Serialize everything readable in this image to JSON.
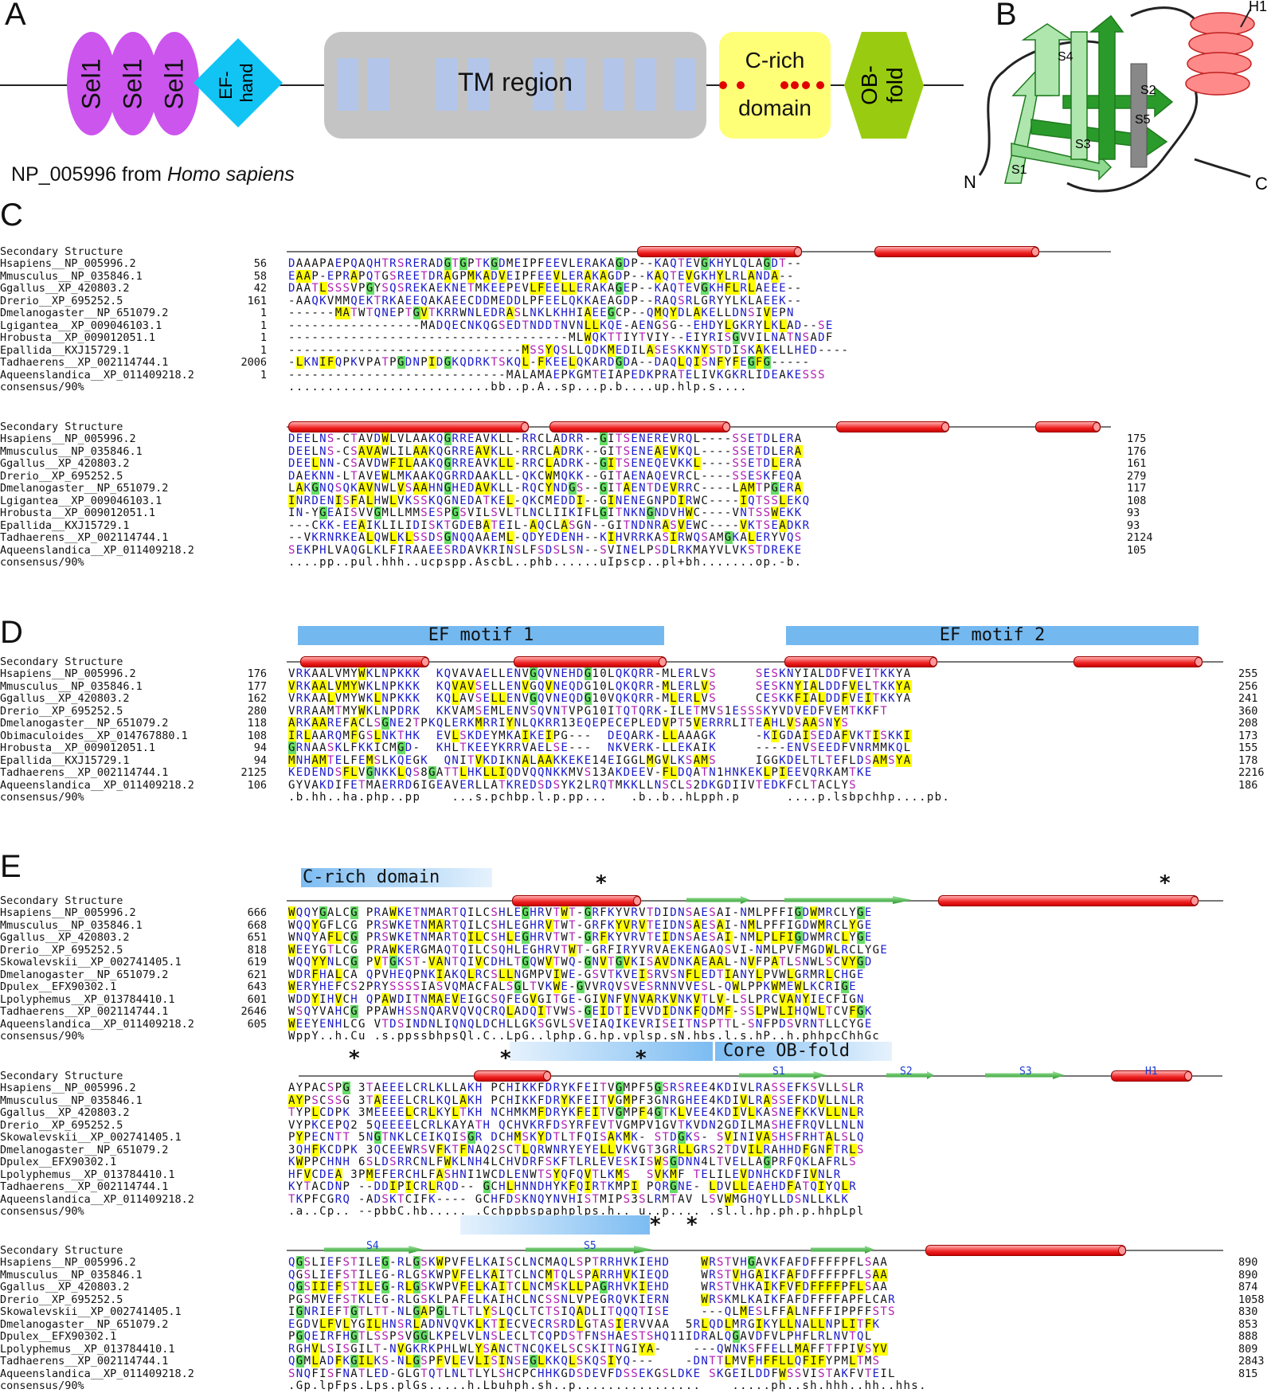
{
  "panel_a": {
    "letter": "A",
    "domains": {
      "sel1_labels": [
        "Sel1",
        "Sel1",
        "Sel1"
      ],
      "ef_hand": "EF-\nhand",
      "tm_region": "TM region",
      "c_rich_line1": "C-rich",
      "c_rich_line2": "domain",
      "ob_fold": "OB-\nfold"
    },
    "caption_prefix": "NP_005996 from ",
    "caption_species": "Homo sapiens",
    "colors": {
      "sel1": "#cc55ee",
      "ef_hand": "#11c4f4",
      "tm": "#c4c4c4",
      "tm_bars": "#b3c6ea",
      "c_rich": "#ffff77",
      "ob_fold": "#99cc11",
      "cysteine_dots": "#e00000"
    }
  },
  "panel_b": {
    "letter": "B",
    "labels": {
      "n_term": "N",
      "c_term": "C",
      "h1": "H1",
      "s1": "S1",
      "s2": "S2",
      "s3": "S3",
      "s4": "S4",
      "s5": "S5"
    }
  },
  "panel_c": {
    "letter": "C",
    "blocks": [
      {
        "header": "Secondary Structure",
        "rows": [
          {
            "name": "Hsapiens__NP_005996.2",
            "start": "56",
            "end": "",
            "seq": "DAAAPAEPQAQHTRSRERADGTGPTKGDMEIPFEEVLERAKAGDP--KAQTEVGKHYLQLAGDT--"
          },
          {
            "name": "Mmusculus__NP_035846.1",
            "start": "58",
            "end": "",
            "seq": "EAAP-EPRAPQTGSREETDRAGPMKADVEIPFEEVLERAKAGDP--KAQTEVGKHYLRLANDA--"
          },
          {
            "name": "Ggallus__XP_420803.2",
            "start": "42",
            "end": "",
            "seq": "DAATLSSSVPGYSQSREKAEKNETMKEEPEVLFEELLERAKAGEP--KAQTEVGKHFLRLAEEE--"
          },
          {
            "name": "Drerio__XP_695252.5",
            "start": "161",
            "end": "",
            "seq": "-AAQKVMMQEKTRKAEEQAKAEECDDMEDDLPFEELQKKAEAGDP--RAQSRLGRYYLKLAEEK--"
          },
          {
            "name": "Dmelanogaster__NP_651079.2",
            "start": "1",
            "end": "",
            "seq": "------MATWTQNEPTGVTKRRWNLEDRASLNKLKHHIAEEGCP--QMQYDLAKELLDNSIVEPN"
          },
          {
            "name": "Lgigantea__XP_009046103.1",
            "start": "1",
            "end": "",
            "seq": "-----------------MADQECNKQGSEDTNDDTNVNLLKQE-AENGSG--EHDYLGKRYLKLAD--SE"
          },
          {
            "name": "Hrobusta__XP_009012051.1",
            "start": "1",
            "end": "",
            "seq": "------------------------------------MLWQKTTIYTVIY--EIYRISGVVILNATNSADF"
          },
          {
            "name": "Epallida__KXJ15729.1",
            "start": "1",
            "end": "",
            "seq": "------------------------------MSSYQSLLQDKMEDILASESKKNYSTDISKAKELLHED----"
          },
          {
            "name": "Tadhaerens__XP_002114744.1",
            "start": "2006",
            "end": "",
            "seq": "-LKNIFQPKVPATPGDNPIDGKQDRKTSKQL-FKEELQKARDGDA--DAQLQISNFYFEGFG-----"
          },
          {
            "name": "Aqueenslandica__XP_011409218.2",
            "start": "1",
            "end": "",
            "seq": "----------------------------MALAMAEPKGMTEIAPEDKPRATELIVKGKRLIDEAKESSS"
          },
          {
            "name": "consensus/90%",
            "start": "",
            "end": "",
            "seq": "..........................bb..p.A..sp...p.b....up.hlp.s...."
          }
        ]
      },
      {
        "header": "Secondary Structure",
        "rows": [
          {
            "name": "Hsapiens__NP_005996.2",
            "start": "",
            "end": "175",
            "seq": "DEELNS-CTAVDWLVLAAKQGRREAVKLL-RRCLADRR--GITSENEREVRQL----SSETDLERA"
          },
          {
            "name": "Mmusculus__NP_035846.1",
            "start": "",
            "end": "176",
            "seq": "DEELNS-CSAVAWLILAAKQGRREAVKLL-RRCLADRK--GITSENEAEVKQL----SSETDLERA"
          },
          {
            "name": "Ggallus__XP_420803.2",
            "start": "",
            "end": "161",
            "seq": "DEELNN-CSAVDWFILAAKQGRREAVKLL-RRCLADRK--GITSENEQEVKKL----SSETDLERA"
          },
          {
            "name": "Drerio__XP_695252.5",
            "start": "",
            "end": "279",
            "seq": "DAEKNN-LTAVEWLMKAAKQGRRDAAKLL-QKCWMQKK--GITAENAQEVRCL----SSESKFEQA"
          },
          {
            "name": "Dmelanogaster__NP_651079.2",
            "start": "",
            "end": "117",
            "seq": "LAKGNQSQKAVNWLVSAAHNGHEDAVKLL-RQCYNDGS--GITAENTDEVRRC----LAMTPGERA"
          },
          {
            "name": "Lgigantea__XP_009046103.1",
            "start": "",
            "end": "108",
            "seq": "INRDENISFALHWLVKSSKQGNEDATKEL-QKCMEDDI--GINENEGNPDIRWC----IQTSSLEKQ"
          },
          {
            "name": "Hrobusta__XP_009012051.1",
            "start": "",
            "end": "93",
            "seq": "IN-YGEAISVVGMLLMMSESPGSVILSVLTLNCLIIKIFLGITNKNGNDVHWC----VNTSSWEKK"
          },
          {
            "name": "Epallida__KXJ15729.1",
            "start": "",
            "end": "93",
            "seq": "---CKK-EEAIKLILIDISKTGDEBATEIL-AQCLASGN--GITNDNRASVEWC----VKTSEADKR"
          },
          {
            "name": "Tadhaerens__XP_002114744.1",
            "start": "",
            "end": "2124",
            "seq": "--VKRNRKEALQWLKLSSDSGNQQAAEML-QDYEDENH--KIHVRRKASIRWQSAMGKALERYVQS"
          },
          {
            "name": "Aqueenslandica__XP_011409218.2",
            "start": "",
            "end": "105",
            "seq": "SEKPHLVAQGLKLFIRAAEESRDAVKRINSLFSDSLSN--SVINELPSDLRKMAYVLVKSTDREKE"
          },
          {
            "name": "consensus/90%",
            "start": "",
            "end": "",
            "seq": "....pp..pul.hhh..ucpspp.AscbL..phb......uIpscp..pl+bh.......op.-b."
          }
        ]
      }
    ]
  },
  "panel_d": {
    "letter": "D",
    "motif1": "EF motif 1",
    "motif2": "EF motif 2",
    "header": "Secondary Structure",
    "rows": [
      {
        "name": "Hsapiens__NP_005996.2",
        "start": "176",
        "end": "255",
        "seq": "VRKAALVMYWKLNPKKK  KQVAVAELLENVGQVNEHDG10LQKQRR-MLERLVS     SESKNYIALDDFVEITKKYA"
      },
      {
        "name": "Mmusculus__NP_035846.1",
        "start": "177",
        "end": "256",
        "seq": "VRKAALVMYWKLNPKKK  KQVAVSELLENVGQVNEQDG10LQKQRR-MLERLVS     SESKNYIALDDFVELTKKYA"
      },
      {
        "name": "Ggallus__XP_420803.2",
        "start": "162",
        "end": "241",
        "seq": "VRKAALVMYWKLNPKKK  KQLAVSELLENVGQVNEQDG10VQKQRR-MLERLVS     CESKKFIALDDFVEITKKYA"
      },
      {
        "name": "Drerio__XP_695252.5",
        "start": "280",
        "end": "360",
        "seq": "VRRAAMTMYWKLNPDRK  KKVAMSEMLENVSQVNTVPG10ITQTQRK-ILETMVS1ESSSKYVDVEDFVEMTKKFT"
      },
      {
        "name": "Dmelanogaster__NP_651079.2",
        "start": "118",
        "end": "208",
        "seq": "ARKAAREFACLSGNE2TPKQLERKMRRIYNLQKRR13EQEPECEPLEDVPT5VERRRLITEAHLVSAASNYS"
      },
      {
        "name": "Obimaculoides__XP_014767880.1",
        "start": "108",
        "end": "173",
        "seq": "IRLAARQMFGSLNKTHK  EVLSKDEYMKAIKEIPG---  DEQARK-LLAAAGK     -KIGDAISEDAFVKTISKKI"
      },
      {
        "name": "Hrobusta__XP_009012051.1",
        "start": "94",
        "end": "155",
        "seq": "GRNAASKLFKKICMGD-  KHLTKEEYKRRVAELSE---  NKVERK-LLEKAIK     ----ENVSEEDFVNRMMKQL"
      },
      {
        "name": "Epallida__KXJ15729.1",
        "start": "94",
        "end": "178",
        "seq": "MNHAMTELFEMSLKQEGK  QNITVKDIKNALAAKKEKE14EIGGLMGVLKSAMS     IGGKDELTLTEFLDSAMSYA"
      },
      {
        "name": "Tadhaerens__XP_002114744.1",
        "start": "2125",
        "end": "2216",
        "seq": "KEDENDSFLVGNKKLQS8GATTLHKLLIQDVQQNKKMVS13AKDEEV-FLDQATN1HNKEKLPIEEVQRKAMTKE"
      },
      {
        "name": "Aqueenslandica__XP_011409218.2",
        "start": "106",
        "end": "186",
        "seq": "GYVAKDIFETMAERRD6IGEAVERLLATKREDSDSYK2LRQTMKKLLNSCLS2DKGDIIVTEDKFCLTACLYS"
      },
      {
        "name": "consensus/90%",
        "start": "",
        "end": "",
        "seq": ".b.hh..ha.php..pp    ...s.pchbp.l.p.pp...   .b..b..hLpph.p      ....p.lsbpchhp....pb."
      }
    ]
  },
  "panel_e": {
    "letter": "E",
    "c_rich_label": "C-rich domain",
    "core_ob_label": "Core OB-fold",
    "ss_labels": {
      "s1": "S1",
      "s2": "S2",
      "s3": "S3",
      "s4": "S4",
      "s5": "S5",
      "h1": "H1"
    },
    "star": "*",
    "blocks": [
      {
        "header": "Secondary Structure",
        "rows": [
          {
            "name": "Hsapiens__NP_005996.2",
            "start": "666",
            "end": "",
            "seq": "WQQYGALCG PRAWKETNMARTQILCSHLEGHRVTWT-GRFKYVRVTDIDNSAESAI-NMLPFFIGDWMRCLYGE"
          },
          {
            "name": "Mmusculus__NP_035846.1",
            "start": "668",
            "end": "",
            "seq": "WQQYGFLCG PRSWKETNMARTQILCSHLEGHRVTWT-GRFKYVRVTEIDNSAESAI-NMLPFFIGDWMRCLYGE"
          },
          {
            "name": "Ggallus__XP_420803.2",
            "start": "651",
            "end": "",
            "seq": "WNQYAFLCG PRSWKETNMARTQILCSHLEGHRVTWT-GRFKYVRVTEIDNSAESAI-NMLPLFIGDWMRCLYGE"
          },
          {
            "name": "Drerio__XP_695252.5",
            "start": "818",
            "end": "",
            "seq": "WEEYGTLCG PRAWKERGMAQTQILCSQHLEGHRVTWT-GRFIRYVRVAEKENGAQSVI-NMLPVFMGDWLRCLYGE"
          },
          {
            "name": "Skowalevskii__XP_002741405.1",
            "start": "619",
            "end": "",
            "seq": "WQQYYNLCG PVTGKST-VANTQIVCDHLTGQWVTWQ-GNVTGVKISAVDNKAEAAL-NVFPATLSNWLSCVYGD"
          },
          {
            "name": "Dmelanogaster__NP_651079.2",
            "start": "621",
            "end": "",
            "seq": "WDRFHALCA QPVHEQPNKIAKQLRCSLLNGMPVIWE-GSVTKVEISRVSNFLEDTIANYLPVWLGRMRLCHGE"
          },
          {
            "name": "Dpulex__EFX90302.1",
            "start": "643",
            "end": "",
            "seq": "WERYHEFCS2PRYSSSSIASVQMACFALSGLTVKWE-GVVRQVSVESRNNVVESL-QWLPPKWMEWLKCRIGE"
          },
          {
            "name": "Lpolyphemus__XP_013784410.1",
            "start": "601",
            "end": "",
            "seq": "WDDYIHVCH QPAWDITNMAEVEIGCSQFEGVGITGE-GIVNFVNVARKVNKVTLV-LSLPRCVANYIECFIGN"
          },
          {
            "name": "Tadhaerens__XP_002114744.1",
            "start": "2646",
            "end": "",
            "seq": "WSQYVAHCG PPAWHSSNQARVQVQCRQLADQITVWS-GEIDTIEVVDIDNKFQDMF-SSLPWLIHQWLTCVFGK"
          },
          {
            "name": "Aqueenslandica__XP_011409218.2",
            "start": "605",
            "end": "",
            "seq": "WEEYENHLCG VTDSINDNLIQNQLDCHLLGKSGVLSVEIAQIKEVRISEITNSPTTL-SNFPDSVRNTLLCYGE"
          },
          {
            "name": "consensus/90%",
            "start": "",
            "end": "",
            "seq": "WppY..h.Cu .s.ppssbhpsQl.C..LpG..lphp.G.hp.vplsp.sN.hbs.l.s.hP..h.phhpcChhGc"
          }
        ]
      },
      {
        "header": "Secondary Structure",
        "rows": [
          {
            "name": "Hsapiens__NP_005996.2",
            "start": "",
            "end": "",
            "seq": "AYPACSPG 3TAEEELCRLKLLAKH PCHIKKFDRYKFEITVGMPF5GSRSREE4KDIVLRASSEFKSVLLSLR"
          },
          {
            "name": "Mmusculus__NP_035846.1",
            "start": "",
            "end": "",
            "seq": "AYPSCSSG 3TAEEELCRLKQLAKH PCHIKKFDRYKFEITVGMPF3GNRGHEE4KDIVLRASSEFKDVLLNLR"
          },
          {
            "name": "Ggallus__XP_420803.2",
            "start": "",
            "end": "",
            "seq": "TYPLCDPK 3MEEEELCRLKYLTKH NCHMKMFDRYKFEITVGMPF4GTKLVEE4KDIVLKASNEFKKVLLNLR"
          },
          {
            "name": "Drerio__XP_695252.5",
            "start": "",
            "end": "",
            "seq": "VYPKCEPQ2 5QEEEELCRLKAYATH QCHVKRFDSYRFEVTVGMPV1GVTKVDN2GDILMASHEFRQVLLNLN"
          },
          {
            "name": "Skowalevskii__XP_002741405.1",
            "start": "",
            "end": "",
            "seq": "PYPECNTT 5NGTNKLCEIKQISGR DCHMSKYDTLTFQISAKMK- STDGKS- SVINIVASHSFRHTALSLQ"
          },
          {
            "name": "Dmelanogaster__NP_651079.2",
            "start": "",
            "end": "",
            "seq": "3QHFKCDPK 3QCEEWRSVFKTFNAQ2SCTLQRWNRYEYELLVKVGT3GRLLGRS2TDVILRAHHDFGNFTRLS"
          },
          {
            "name": "Dpulex__EFX90302.1",
            "start": "",
            "end": "",
            "seq": "KWPPCHNH 6SLDSRRCNLFWKLNH4LCHVDRFSKFTLRLEVESKISWSGDNN4LTVELLAGPRFQKLAFRLS"
          },
          {
            "name": "Lpolyphemus__XP_013784410.1",
            "start": "",
            "end": "",
            "seq": "HFVCDEA 3PMEFERCHLFASHNI1WCDLENWTSYQFQVTLKMS  SVKMF TELILEVDNHCKDFIVNLR"
          },
          {
            "name": "Tadhaerens__XP_002114744.1",
            "start": "",
            "end": "",
            "seq": "KYTACDNP --DDIPICRLRQD-- GCHLHNNDHYKFQIRTKMPI PQRGNE- LDVLLEAEHDFATQIYQLR"
          },
          {
            "name": "Aqueenslandica__XP_011409218.2",
            "start": "",
            "end": "",
            "seq": "TKPFCGRQ -ADSKTCIFK---- GCHFDSKNQYNVHISTMIPS3SLRMTAV LSVWMGHQYLLDSNLLKLK"
          },
          {
            "name": "consensus/90%",
            "start": "",
            "end": "",
            "seq": ".a..Cp.. --pbbC.hb..... .Cchppbspaphplps.h.. u..p.... .sl.l.hp.ph.p.hhpLpl"
          }
        ]
      },
      {
        "header": "Secondary Structure",
        "rows": [
          {
            "name": "Hsapiens__NP_005996.2",
            "start": "",
            "end": "890",
            "seq": "QGSLIEFSTILEG-RLGSKWPVFELKAISCLNCMAQLSPTRRHVKIEHD    WRSTVHGAVKFAFDFFFFPFLSAA"
          },
          {
            "name": "Mmusculus__NP_035846.1",
            "start": "",
            "end": "890",
            "seq": "QGSLIEFSTILEG-RLGSKWPVFELKAITCLNCMTQLSPARRHVKIEQD    WRSTVHGAIKFAFDFFFFPFLSAA"
          },
          {
            "name": "Ggallus__XP_420803.2",
            "start": "",
            "end": "874",
            "seq": "QGSIIEFSTILEG-RLGSKWPVFELKAITCLNCMSKLLPAGRHVKIEHD    WRSTVHKAIKFVFDFFFFPFLSAA"
          },
          {
            "name": "Drerio__XP_695252.5",
            "start": "",
            "end": "1058",
            "seq": "PGSMVEFSTKLEG-RLGSKLPAFELKAIHCLNCSSNLVPEGRQVKIERN    WRSKMLKAIKFAFDFFFFAPFLCAR"
          },
          {
            "name": "Skowalevskii__XP_002741405.1",
            "start": "",
            "end": "830",
            "seq": "IGNRIEFTGTLTT-NLGAPGLTLTLYSLQCLTCTSIQADLITQQQTISE    ---QLMESLFFALNFFFIPPFFSTS"
          },
          {
            "name": "Dmelanogaster__NP_651079.2",
            "start": "",
            "end": "853",
            "seq": "EGDVLFVLYGILHNSRLADNVQVKLKTIECVECRSRDLGTASIERVVAA  5RLQDLMRGIKYLLNALLNPLITFK"
          },
          {
            "name": "Dpulex__EFX90302.1",
            "start": "",
            "end": "888",
            "seq": "PGQEIRFHGTLSSPSVGGLKPELVLNSLECLTCQPDSTFNSHAESTSHQ11IDRALQGAVDFVLPHFLRLNVTQL"
          },
          {
            "name": "Lpolyphemus__XP_013784410.1",
            "start": "",
            "end": "809",
            "seq": "RGHVLSISGILT-NVGKRKPHLWLYSANCTNCQKELSCSKITNGIYA-    ---QWNKSFFELLMAFFTFPIVSYV"
          },
          {
            "name": "Tadhaerens__XP_002114744.1",
            "start": "",
            "end": "2843",
            "seq": "QGMLADFKGILKS-NLGSPFVLEVLISINSEGLKKQLSKQSIYQ---    -DNTTLMVFHFFLLQFIFYPMLTMS"
          },
          {
            "name": "Aqueenslandica__XP_011409218.2",
            "start": "",
            "end": "815",
            "seq": "SNQFISFNATLED-GLGTQTLNLTLYLSHCPCHHKGDSDEVFDSSEKGSLDKE SKGEILDDFWSSVISTAKFVTEIL"
          },
          {
            "name": "consensus/90%",
            "start": "",
            "end": "",
            "seq": ".Gp.lpFps.Lps.plGs.....h.Lbuhph.sh..p................    .....ph..sh.hhh..hh..hhs."
          }
        ]
      }
    ]
  }
}
